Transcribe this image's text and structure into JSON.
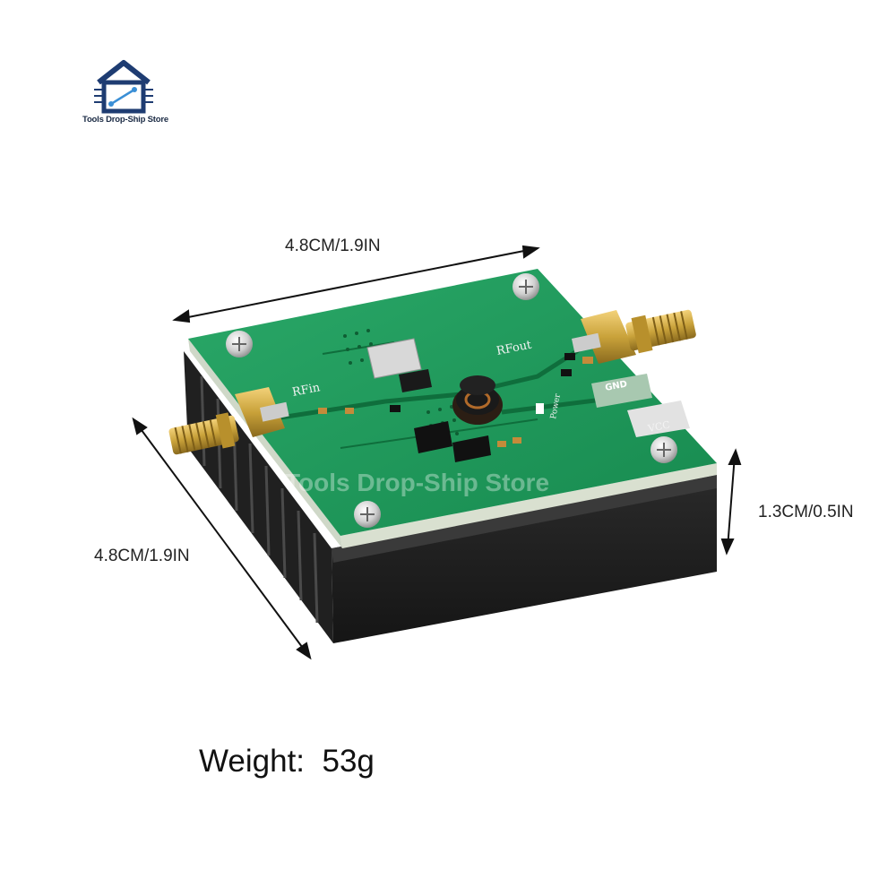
{
  "store": {
    "name": "Tools Drop-Ship Store",
    "logo_icon": "house-circuit-icon",
    "watermark": "Tools Drop-Ship Store"
  },
  "dimensions": {
    "length": "4.8CM/1.9IN",
    "width": "4.8CM/1.9IN",
    "height": "1.3CM/0.5IN"
  },
  "weight": {
    "label": "Weight:",
    "value": "53g"
  },
  "board_labels": {
    "rf_in": "RFin",
    "rf_out": "RFout",
    "gnd": "GND",
    "vcc": "VCC",
    "power": "Power"
  },
  "colors": {
    "pcb_green": "#1f9a5c",
    "heatsink": "#1c1c1c",
    "connector_gold": "#c9a23a",
    "logo_blue": "#1e3c72"
  }
}
